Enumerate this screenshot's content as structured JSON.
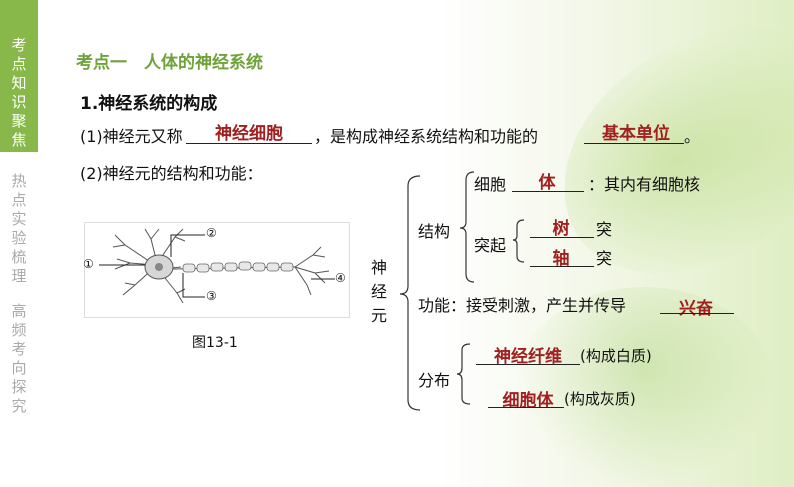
{
  "sidebar": {
    "active_label": "考点知识聚焦",
    "items": [
      "热点实验梳理",
      "高频考向探究"
    ]
  },
  "heading": "考点一　人体的神经系统",
  "section_title": "1.神经系统的构成",
  "line1": {
    "prefix": "(1)神经元又称",
    "answer1": "神经细胞",
    "middle": "，是构成神经系统结构和功能的",
    "answer2": "基本单位",
    "suffix": "。"
  },
  "line2": "(2)神经元的结构和功能：",
  "figure": {
    "caption": "图13-1",
    "labels": [
      "①",
      "②",
      "③",
      "④"
    ]
  },
  "tree": {
    "root": "神经元",
    "structure": "结构",
    "cell": {
      "label": "细胞",
      "answer": "体",
      "note": "：其内有细胞核"
    },
    "process": {
      "label": "突起",
      "items": [
        {
          "answer": "树",
          "suffix": "突"
        },
        {
          "answer": "轴",
          "suffix": "突"
        }
      ]
    },
    "function": {
      "label": "功能：接受刺激，产生并传导",
      "answer": "兴奋"
    },
    "distribution": {
      "label": "分布",
      "items": [
        {
          "answer": "神经纤维",
          "note": "(构成白质)"
        },
        {
          "answer": "细胞体",
          "note": "(构成灰质)"
        }
      ]
    }
  },
  "colors": {
    "accent": "#88b84a",
    "answer": "#a21f1f",
    "heading": "#6fa33a"
  }
}
